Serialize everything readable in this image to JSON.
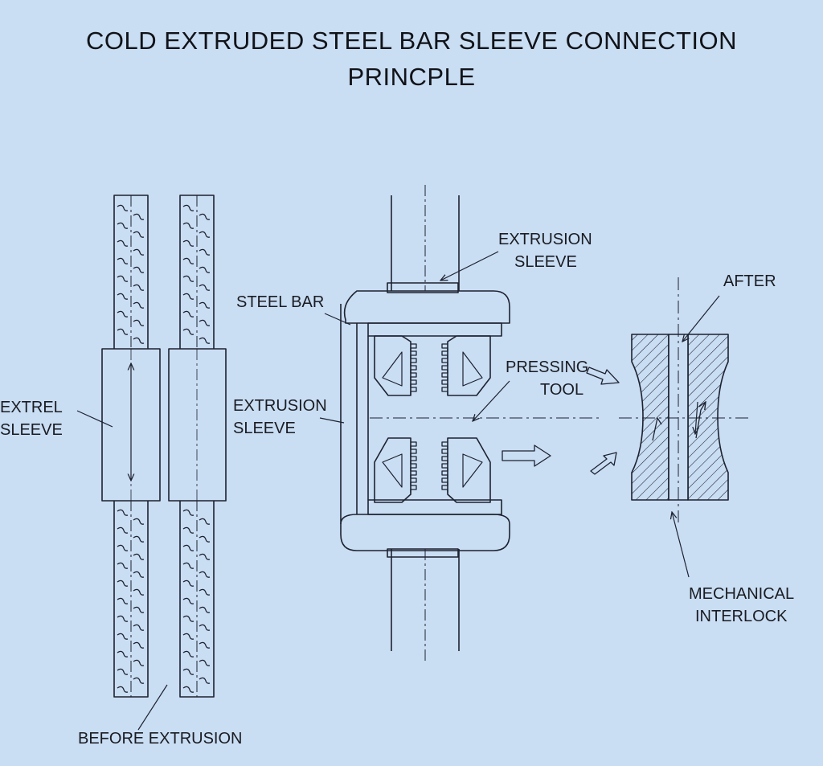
{
  "title": {
    "line1": "COLD EXTRUDED STEEL BAR SLEEVE CONNECTION",
    "line2": "PRINCPLE"
  },
  "labels": {
    "extrel_sleeve": [
      "EXTREL",
      "SLEEVE"
    ],
    "extrusion_sleeve_left": [
      "EXTRUSION",
      "SLEEVE"
    ],
    "steel_bar": "STEEL BAR",
    "extrusion_sleeve_top": [
      "EXTRUSION",
      "SLEEVE"
    ],
    "pressing_tool": [
      "PRESSING",
      "TOOL"
    ],
    "after": "AFTER",
    "mechanical_interlock": [
      "MECHANICAL",
      "INTERLOCK"
    ],
    "before_extrusion": "BEFORE EXTRUSION"
  },
  "colors": {
    "background": "#c9ddf3",
    "line": "#1d2230"
  }
}
